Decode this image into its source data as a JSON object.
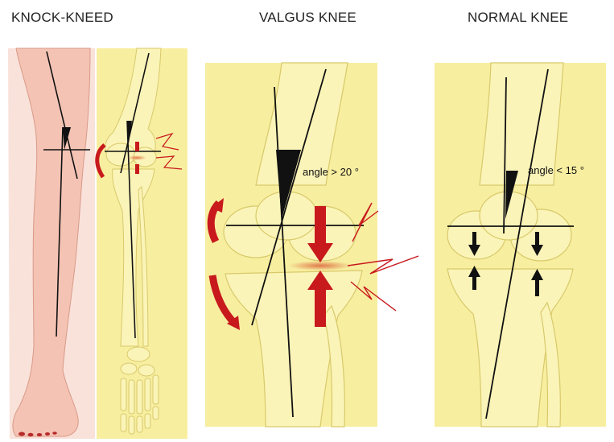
{
  "panels": [
    {
      "title": "KNOCK-KNEED"
    },
    {
      "title": "VALGUS KNEE",
      "angle_label": "angle > 20 °"
    },
    {
      "title": "NORMAL KNEE",
      "angle_label": "angle < 15 °"
    }
  ],
  "colors": {
    "skin": "#f4c3b4",
    "bone_bg": "#f7eea0",
    "bone": "#fbf4b8",
    "outline": "#d8c96a",
    "arrow_red": "#c8191d",
    "line": "#111111"
  }
}
